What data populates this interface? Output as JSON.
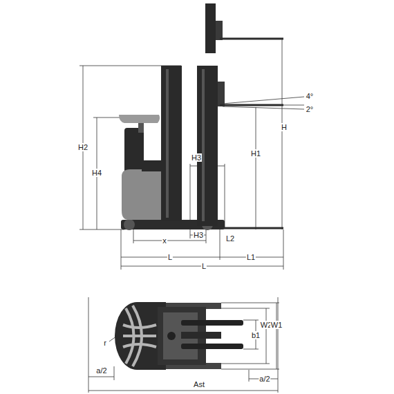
{
  "diagram": {
    "labels": [
      "4°",
      "2°",
      "H",
      "H2",
      "H1",
      "H4",
      "H3",
      "L2",
      "x",
      "H3",
      "L",
      "L1",
      "L",
      "b1",
      "W2",
      "W1",
      "r",
      "a/2",
      "a/2",
      "Ast"
    ]
  }
}
